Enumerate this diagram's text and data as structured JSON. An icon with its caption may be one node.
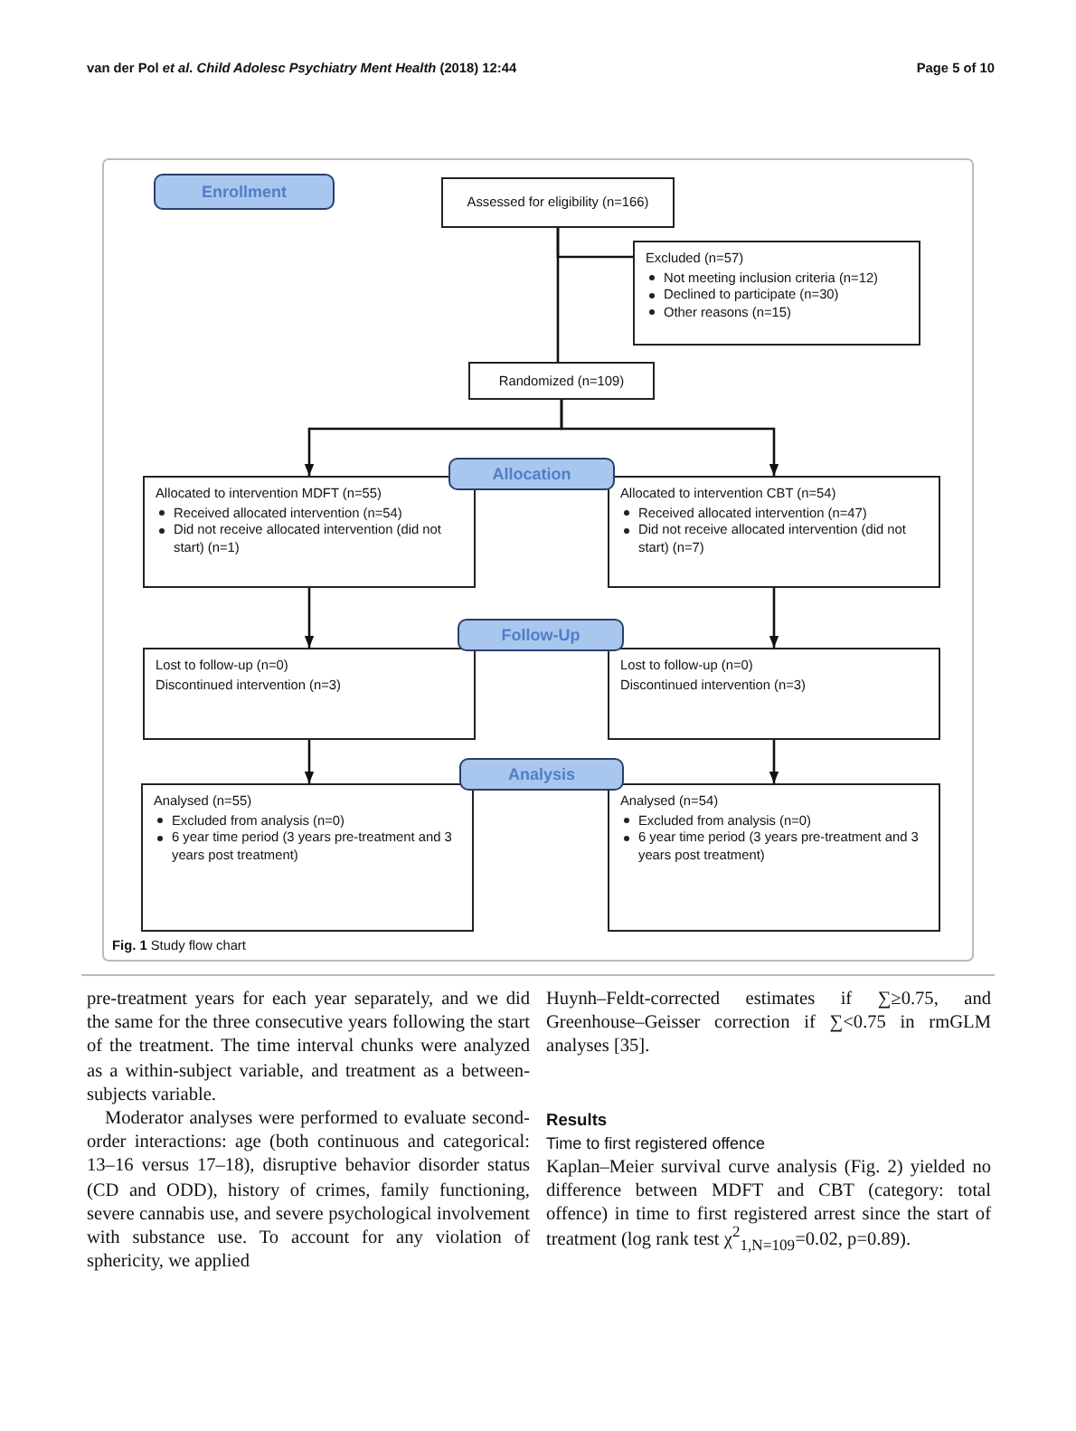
{
  "diagram": {
    "caption": "**Fig. 1** Study flow chart",
    "nodes": [
      {
        "text": [
          "Enrollment"
        ]
      },
      {
        "text": [
          "Assessed for eligibility (n=166)"
        ]
      },
      {
        "text": [
          "Excluded (n=57)",
          "Not meeting inclusion criteria (n=12)",
          "Declined to participate (n=30)",
          "Other reasons (n=15)"
        ]
      },
      {
        "text": [
          "Randomized (n=109)"
        ]
      },
      {
        "text": [
          "Allocation"
        ]
      },
      {
        "text": [
          "Allocated to intervention MDFT (n=55)",
          "Received allocated intervention (n=54)",
          "Did not receive allocated intervention (did not start) (n=1)"
        ]
      },
      {
        "text": [
          "Allocated to intervention CBT (n=54)",
          "Received allocated intervention (n=47)",
          "Did not receive allocated intervention (did not start) (n=7)"
        ]
      },
      {
        "text": [
          "Follow-Up"
        ]
      },
      {
        "text": [
          "Lost to follow-up (n=0)",
          "Discontinued intervention (n=3)"
        ]
      },
      {
        "text": [
          "Lost to follow-up (n=0)",
          "Discontinued intervention (n=3)"
        ]
      },
      {
        "text": [
          "Analysis"
        ]
      },
      {
        "text": [
          "Analysed (n=55)",
          "Excluded from analysis (n=0)",
          "6 year time period (3 years pre-treatment and 3 years post treatment)"
        ]
      },
      {
        "text": [
          "Analysed (n=54)",
          "Excluded from analysis (n=0)",
          "6 year time period (3 years pre-treatment and 3 years post treatment)"
        ]
      }
    ],
    "edges": [
      {
        "from": 1,
        "to": 3,
        "arrow": "none"
      },
      {
        "from": 1,
        "to": 2,
        "arrow": "to"
      },
      {
        "from": 3,
        "to": 5,
        "arrow": "to"
      },
      {
        "from": 3,
        "to": 6,
        "arrow": "to"
      },
      {
        "from": 5,
        "to": 8,
        "arrow": "to"
      },
      {
        "from": 6,
        "to": 9,
        "arrow": "to"
      },
      {
        "from": 8,
        "to": 11,
        "arrow": "to"
      },
      {
        "from": 9,
        "to": 12,
        "arrow": "to"
      }
    ],
    "labels": [
      "van der Pol *et al. Child Adolesc Psychiatry Ment Health* (2018) 12:44",
      "Page 5 of 10",
      "pre-treatment years for each year separately, and we did the same for the three consecutive years following the start of the treatment. The time interval chunks were analyzed as a within-subject variable, and treatment as a between-subjects variable.",
      "Moderator analyses were performed to evaluate second-order interactions: age (both continuous and categorical: 13–16 versus 17–18), disruptive behavior disorder status (CD and ODD), history of crimes, family functioning, severe cannabis use, and severe psychological involvement with substance use. To account for any violation of sphericity, we applied",
      "Huynh–Feldt-corrected estimates if ∑≥0.75, and Greenhouse–Geisser correction if ∑<0.75 in rmGLM analyses [35].",
      "Results",
      "Time to first registered offence",
      "Kaplan–Meier survival curve analysis (Fig. 2) yielded no difference between MDFT and CBT (category: total offence) in time to first registered arrest since the start of treatment (log rank test χ$^{2}$$_{1,N=109}$=0.02, p=0.89)."
    ]
  }
}
